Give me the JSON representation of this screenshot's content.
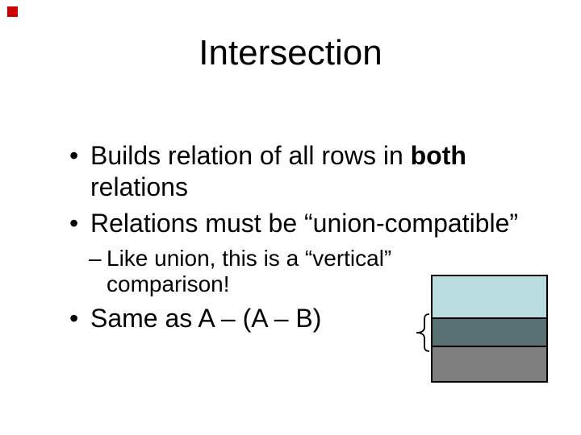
{
  "slide": {
    "title": "Intersection",
    "content": {
      "bullet1": {
        "marker": "•",
        "text_normal": "Builds relation of all rows in ",
        "text_bold": "both",
        "line2": "relations"
      },
      "bullet2": {
        "marker": "•",
        "text": "Relations must be “union-compatible”"
      },
      "sub_bullet": {
        "marker": "–",
        "line1": "Like union, this is a “vertical”",
        "line2": "comparison!"
      },
      "bullet3": {
        "marker": "•",
        "text": "Same as A – (A – B)"
      }
    },
    "graphic": {
      "bands": [
        {
          "name": "top-band",
          "color": "#b8dce0"
        },
        {
          "name": "middle-band",
          "color": "#5a7174"
        },
        {
          "name": "bottom-band",
          "color": "#7f7f7f"
        }
      ],
      "border_color": "#000000",
      "brace_icon": "left-curly-brace",
      "brace_color": "#000000"
    },
    "decorations": {
      "corner_square_color": "#cc0000"
    }
  }
}
